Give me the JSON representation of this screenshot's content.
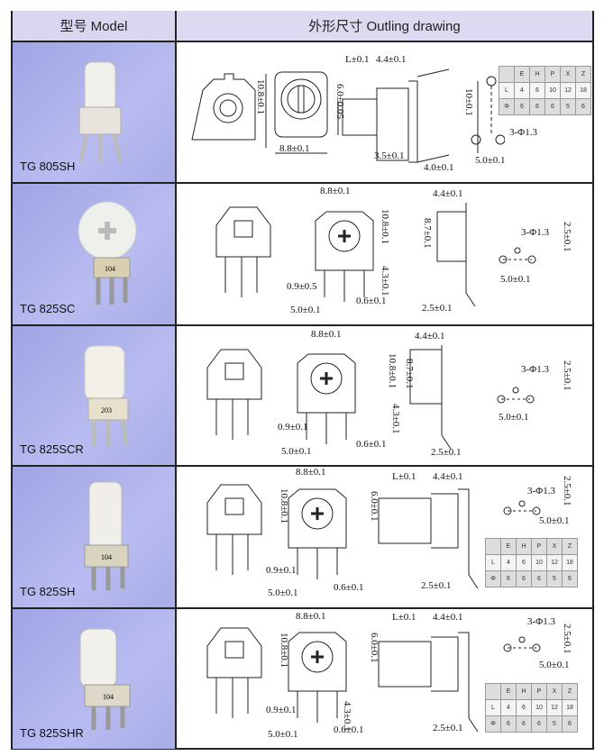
{
  "header": {
    "model": "型号  Model",
    "drawing": "外形尺寸  Outling drawing"
  },
  "rows": [
    {
      "model": "TG 805SH",
      "dims": [
        "L±0.1",
        "4.4±0.1",
        "10.8±0.1",
        "6.0±0.05",
        "8.8±0.1",
        "3.5±0.1",
        "4.0±0.1",
        "10±0.1",
        "3-Φ1.3",
        "5.0±0.1"
      ],
      "photo_label": ""
    },
    {
      "model": "TG 825SC",
      "dims": [
        "8.8±0.1",
        "10.8±0.1",
        "4.4±0.1",
        "8.7±0.1",
        "2.5±0.1",
        "3-Φ1.3",
        "5.0±0.1",
        "0.9±0.5",
        "4.3±0.1",
        "5.0±0.1",
        "0.6±0.1",
        "2.5±0.1"
      ],
      "photo_label": "104"
    },
    {
      "model": "TG 825SCR",
      "dims": [
        "8.8±0.1",
        "10.8±0.1",
        "4.4±0.1",
        "8.7±0.1",
        "3-Φ1.3",
        "2.5±0.1",
        "5.0±0.1",
        "0.9±0.1",
        "4.3±0.1",
        "5.0±0.1",
        "0.6±0.1",
        "2.5±0.1"
      ],
      "photo_label": "203"
    },
    {
      "model": "TG 825SH",
      "dims": [
        "8.8±0.1",
        "L±0.1",
        "4.4±0.1",
        "10.8±0.1",
        "6.0±0.1",
        "3-Φ1.3",
        "2.5±0.1",
        "5.0±0.1",
        "0.9±0.1",
        "5.0±0.1",
        "0.6±0.1",
        "2.5±0.1"
      ],
      "photo_label": "104"
    },
    {
      "model": "TG 825SHR",
      "dims": [
        "8.8±0.1",
        "L±0.1",
        "4.4±0.1",
        "10.8±0.1",
        "6.0±0.1",
        "3-Φ1.3",
        "2.5±0.1",
        "5.0±0.1",
        "0.9±0.1",
        "4.3±0.1",
        "5.0±0.1",
        "0.6±0.1",
        "2.5±0.1"
      ],
      "photo_label": "104"
    }
  ],
  "shaft_table": {
    "header": [
      "",
      "E",
      "H",
      "P",
      "X",
      "Z"
    ],
    "rows": [
      [
        "L",
        "4",
        "6",
        "10",
        "12",
        "18"
      ],
      [
        "Φ",
        "6",
        "6",
        "6",
        "5",
        "6"
      ]
    ]
  }
}
